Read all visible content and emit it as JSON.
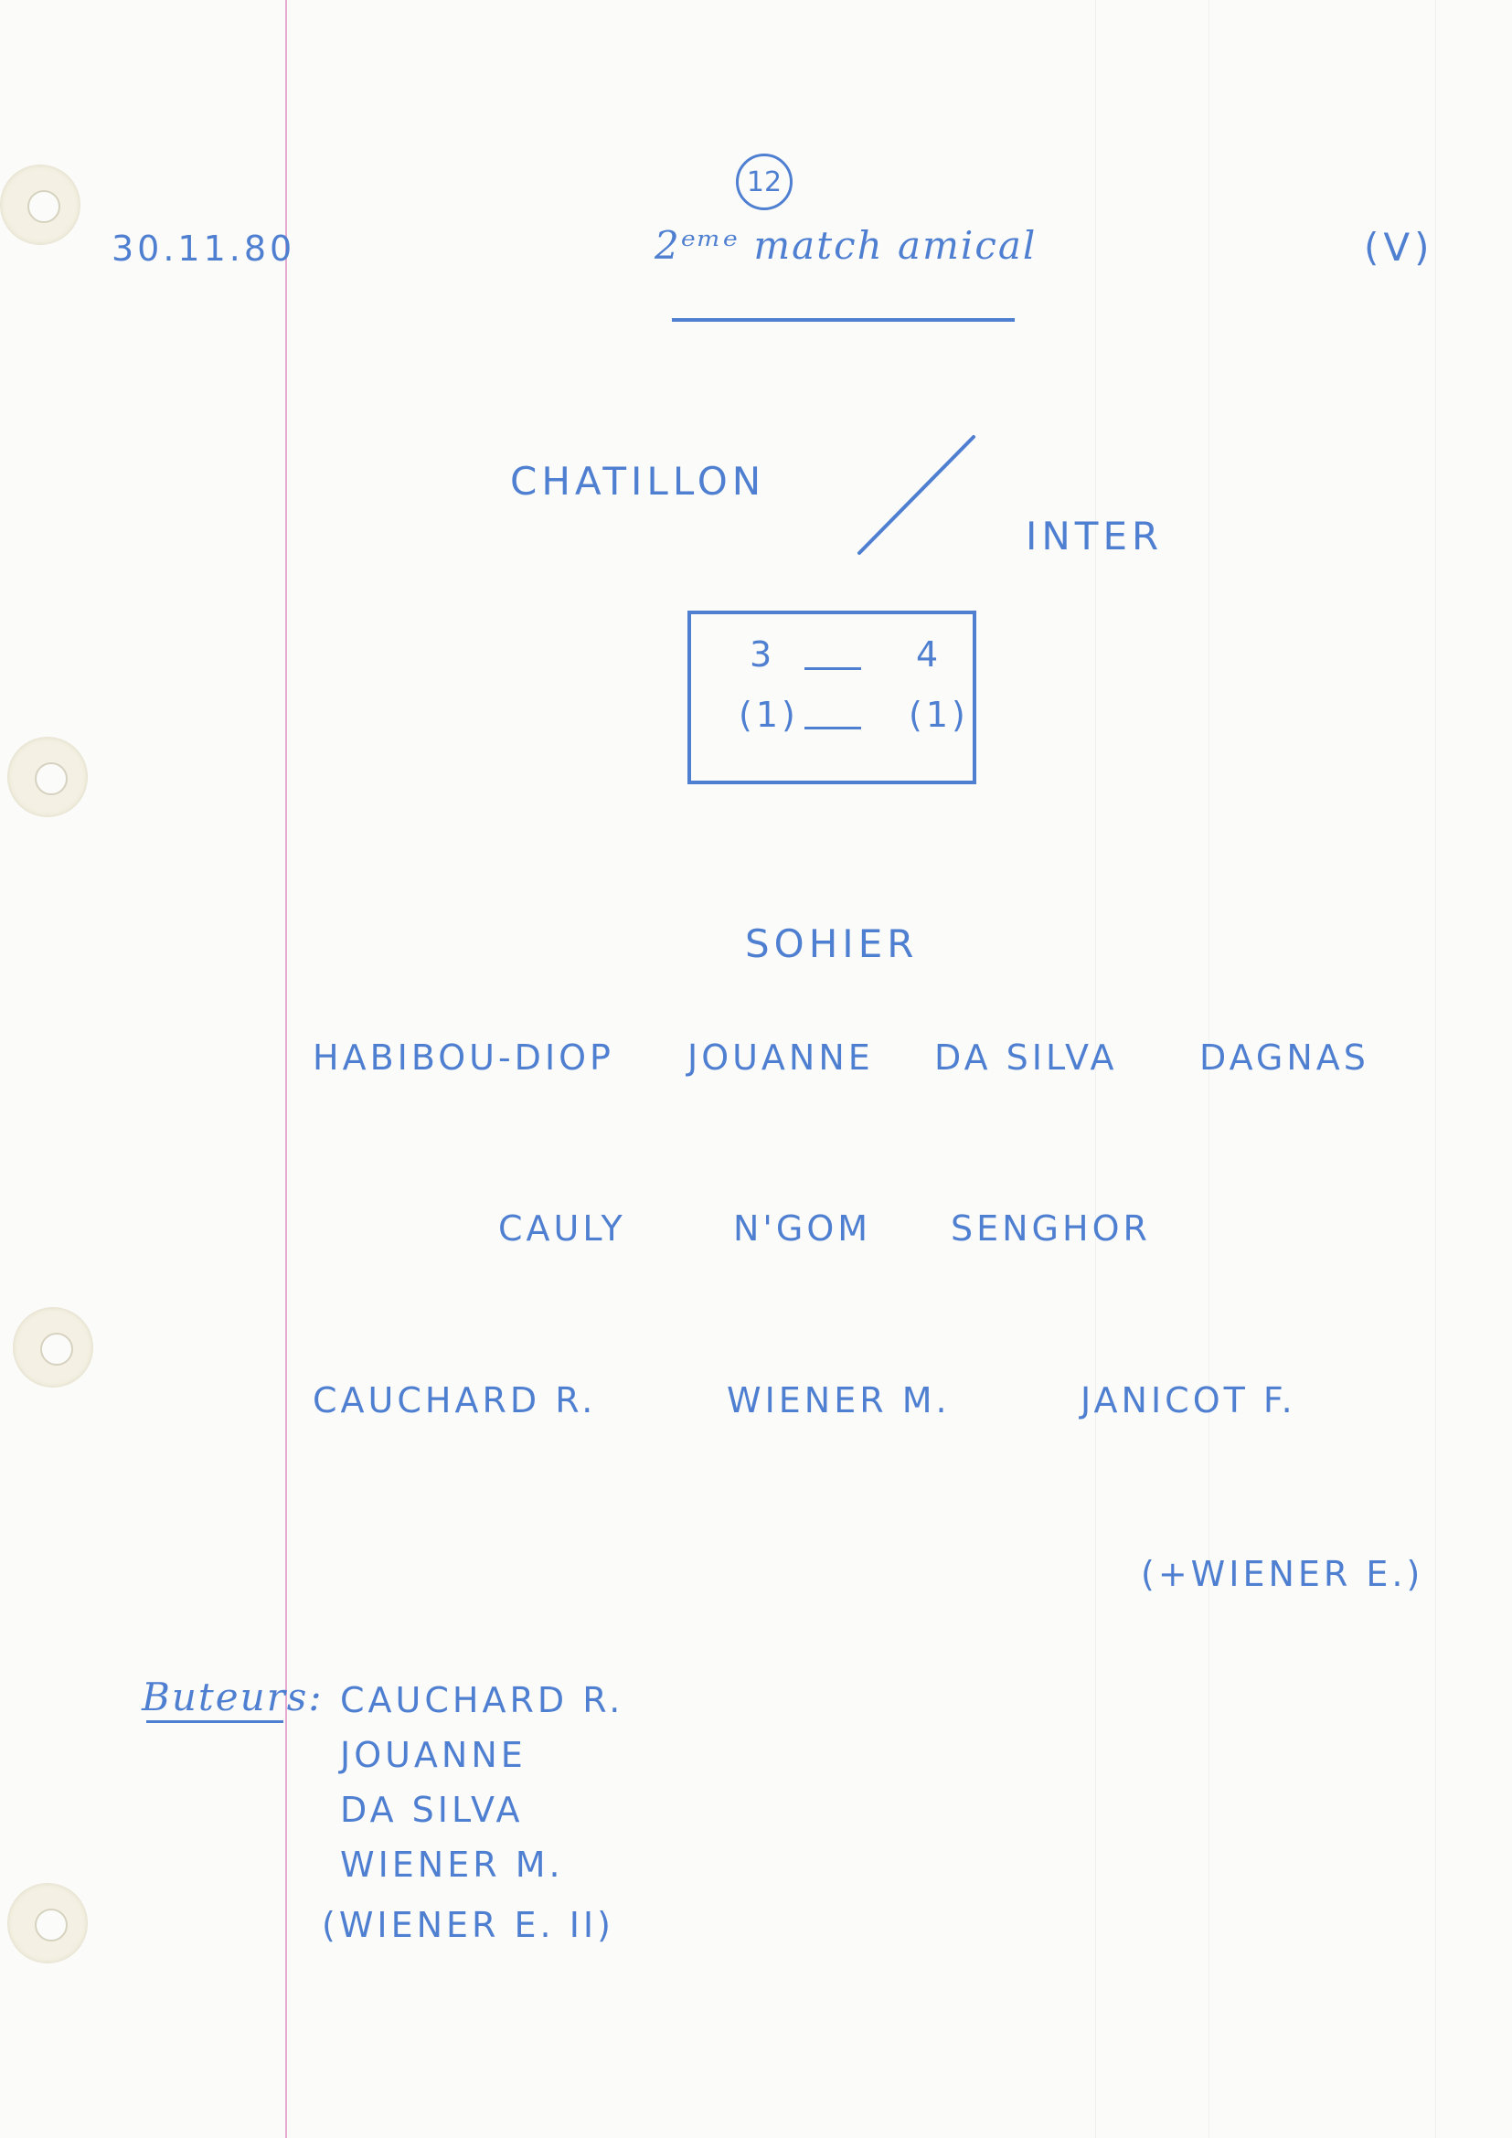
{
  "header": {
    "date": "30.11.80",
    "sheet_number": "12",
    "title": "2ᵉᵐᵉ match amical",
    "result_mark": "(V)"
  },
  "match": {
    "team_a": "CHATILLON",
    "team_b": "INTER",
    "score": {
      "final_a": "3",
      "final_b": "4",
      "half_a": "(1)",
      "half_b": "(1)"
    }
  },
  "lineup": {
    "goalkeeper": "SOHIER",
    "defenders": [
      "HABIBOU-DIOP",
      "JOUANNE",
      "DA SILVA",
      "DAGNAS"
    ],
    "midfielders": [
      "CAULY",
      "N'GOM",
      "SENGHOR"
    ],
    "forwards": [
      "CAUCHARD R.",
      "WIENER M.",
      "JANICOT F."
    ],
    "substitute": "(+WIENER E.)"
  },
  "scorers": {
    "label": "Buteurs:",
    "list": [
      "CAUCHARD R.",
      "JOUANNE",
      "DA SILVA",
      "WIENER M.",
      "(WIENER E. II)"
    ]
  },
  "colors": {
    "ink": "#4f7fd0",
    "margin_line": "#e6a9cf",
    "paper": "#fbfbfa"
  }
}
